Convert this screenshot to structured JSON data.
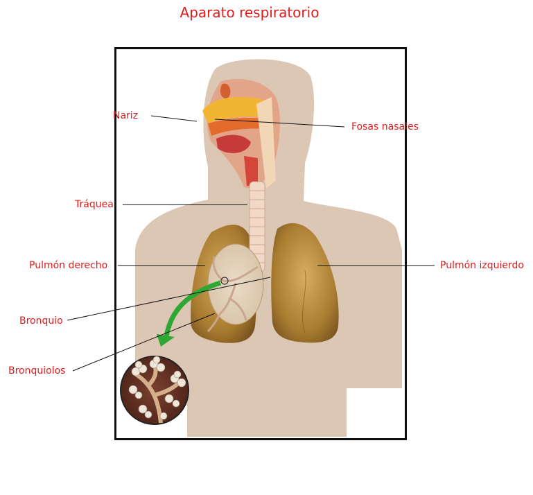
{
  "title": "Aparato respiratorio",
  "labels": {
    "nariz": "Nariz",
    "fosas_nasales": "Fosas nasales",
    "traquea": "Tráquea",
    "pulmon_derecho": "Pulmón derecho",
    "pulmon_izquierdo": "Pulmón izquierdo",
    "bronquio": "Bronquio",
    "bronquiolos": "Bronquiolos"
  },
  "colors": {
    "label_text": "#e01b1b",
    "body_skin": "#dcc6b4",
    "lung": "#b58a3c",
    "trachea": "#f2d9c7",
    "arrow": "#2ea832",
    "frame": "#111111"
  }
}
